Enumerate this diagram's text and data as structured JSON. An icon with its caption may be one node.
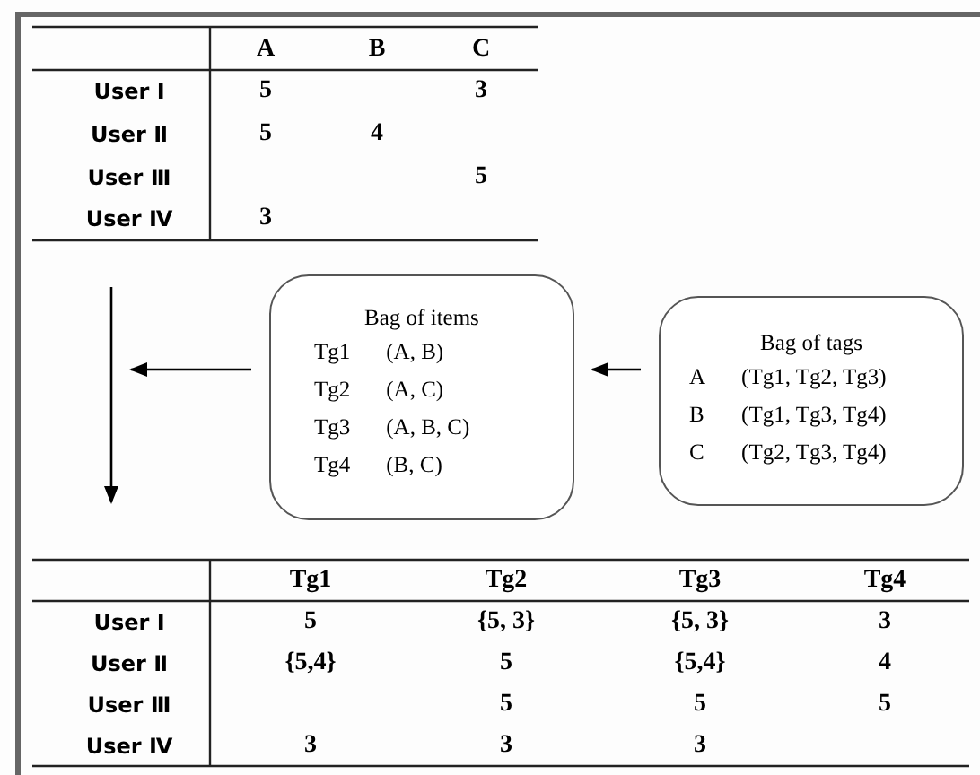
{
  "diagram": {
    "nodes": [
      {
        "text": [
          "Bag of items",
          "Tg1",
          "(A, B)",
          "Tg2",
          "(A, C)",
          "Tg3",
          "(A, B, C)",
          "Tg4",
          "(B, C)"
        ]
      },
      {
        "text": [
          "Bag of tags",
          "A",
          "(Tg1, Tg2, Tg3)",
          "B",
          "(Tg1, Tg3, Tg4)",
          "C",
          "(Tg2, Tg3, Tg4)"
        ]
      }
    ],
    "edges": [
      {
        "from": 1,
        "to": 0,
        "arrow": "to"
      },
      {
        "from": 0,
        "to": null,
        "arrow": "to"
      }
    ],
    "labels": [
      "A",
      "B",
      "C",
      "User Ⅰ",
      "5",
      "3",
      "User Ⅱ",
      "5",
      "4",
      "User Ⅲ",
      "5",
      "User Ⅳ",
      "3",
      "Tg1",
      "Tg2",
      "Tg3",
      "Tg4",
      "User Ⅰ",
      "5",
      "{5, 3}",
      "{5, 3}",
      "3",
      "User Ⅱ",
      "{5,4}",
      "5",
      "{5,4}",
      "4",
      "User Ⅲ",
      "5",
      "5",
      "5",
      "User Ⅳ",
      "3",
      "3",
      "3"
    ]
  }
}
